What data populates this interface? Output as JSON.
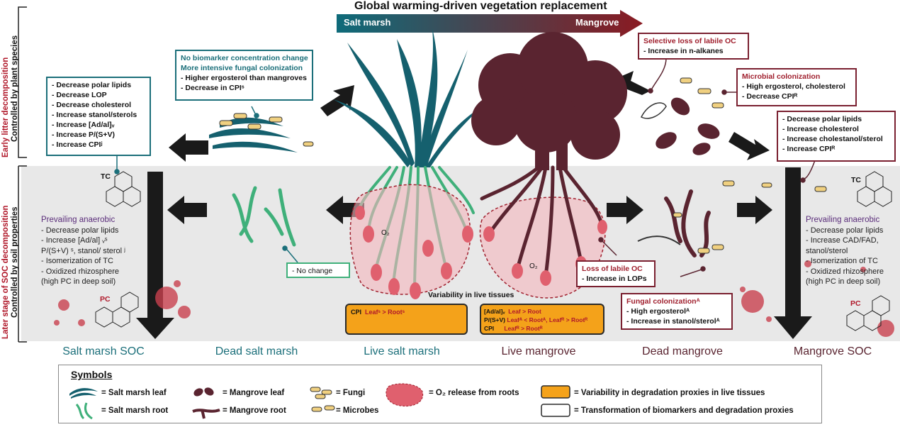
{
  "header": {
    "title": "Global warming-driven vegetation replacement",
    "arrow_left": "Salt marsh",
    "arrow_right": "Mangrove"
  },
  "side_labels": {
    "top_red": "Early litter decomposition",
    "top_black": "Controlled by plant species",
    "bottom_red": "Later stage of SOC decomposition",
    "bottom_black": "Controlled by soil properties"
  },
  "boxes": {
    "sm_dead_leaf": {
      "lines": [
        "- Decrease polar lipids",
        "- Decrease LOP",
        "- Decrease cholesterol",
        "- Increase stanol/sterols",
        "- Increase [Ad/al]ᵥ",
        "- Increase P/(S+V)",
        "- Increase CPIʲ"
      ]
    },
    "sm_leaf": {
      "title1": "No biomarker concentration change",
      "title2": "More intensive fungal colonization",
      "lines": [
        "- Higher ergosterol than mangroves",
        "- Decrease in CPIˢ"
      ]
    },
    "mg_selective": {
      "title": "Selective loss of labile OC",
      "lines": [
        "- Increase in n-alkanes"
      ]
    },
    "mg_microbial": {
      "title": "Microbial colonization",
      "lines": [
        "- High ergosterol, cholesterol",
        "- Decrease CPIᴿ"
      ]
    },
    "mg_dead_leaf": {
      "lines": [
        "- Decrease polar lipids",
        "- Increase cholesterol",
        "- Increase cholestanol/sterol",
        "- Increase CPIᴿ"
      ]
    },
    "sm_root_nochange": {
      "lines": [
        "- No change"
      ]
    },
    "mg_loss_labile": {
      "title": "Loss of labile OC",
      "lines": [
        "- Increase in LOPs"
      ]
    },
    "mg_fungal": {
      "title": "Fungal colonizationᴬ",
      "lines": [
        "- High ergosterolᴬ",
        "- Increase in stanol/sterolᴬ"
      ]
    }
  },
  "soil_left": {
    "title": "Prevailing anaerobic",
    "lines": [
      "- Decrease polar    lipids",
      "- Increase [Ad/al]  ᵥˢ",
      "  P/(S+V) ˢ, stanol/  sterol  ʲ",
      "- Isomerization of TC",
      "- Oxidized rhizosphere",
      "  (high PC in deep soil)"
    ]
  },
  "soil_right": {
    "title": "Prevailing anaerobic",
    "lines": [
      "- Decrease polar    lipids",
      "- Increase CAD/FAD,",
      "  stanol/sterol",
      "- Isomerization of TC",
      "- Oxidized rhizosphere",
      "  (high PC in deep soil)"
    ]
  },
  "molecules": {
    "tc_left": "TC",
    "pc_left": "PC",
    "tc_right": "TC",
    "pc_right": "PC"
  },
  "o2": {
    "left": "O₂",
    "right": "O₂"
  },
  "variability": {
    "title": "Variability in live tissues",
    "sm_label": "CPI",
    "sm_value": "Leafˢ > Rootˢ",
    "mg_labels": [
      "[Ad/al]ᵥ",
      "P/(S+V)",
      "CPI"
    ],
    "mg_values": [
      "Leaf > Root",
      "Leafᴬ < Rootᴬ, Leafᴿ > Rootᴿ",
      "Leafᴿ > Rootᴿ"
    ]
  },
  "columns": [
    "Salt marsh SOC",
    "Dead salt marsh",
    "Live salt marsh",
    "Live mangrove",
    "Dead mangrove",
    "Mangrove SOC"
  ],
  "symbols": {
    "title": "Symbols",
    "items": [
      "= Salt marsh leaf",
      "= Salt marsh root",
      "= Mangrove leaf",
      "= Mangrove root",
      "= Fungi",
      "= Microbes",
      "= O₂ release from roots",
      "= Variability in degradation proxies in live tissues",
      "= Transformation of biomarkers and degradation proxies"
    ]
  },
  "colors": {
    "teal": "#1b6f7a",
    "maroon": "#5a2430",
    "red": "#b0182a",
    "orange": "#f4a21a",
    "soil": "#e8e8e8",
    "green": "#3fb07a"
  }
}
